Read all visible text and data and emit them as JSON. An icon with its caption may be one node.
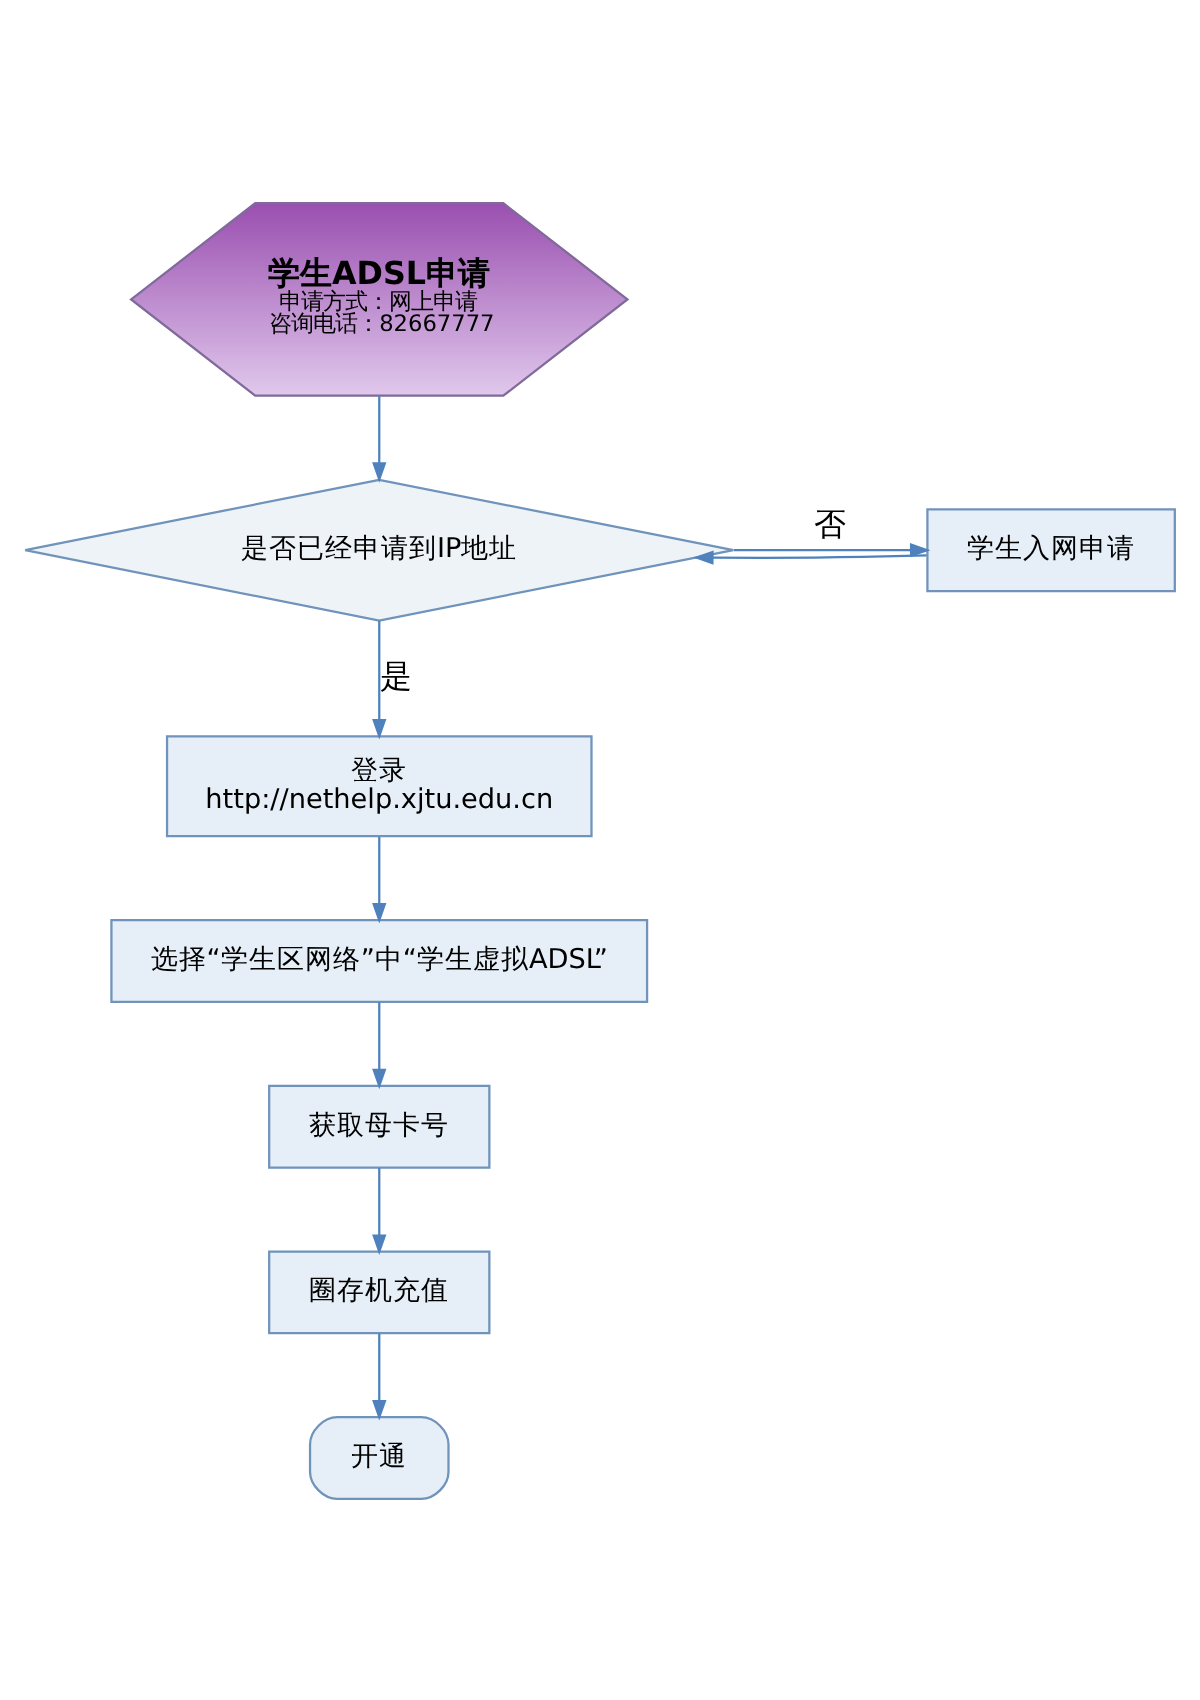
{
  "diagram": {
    "nodes": [
      {
        "text": [
          "学生ADSL申请",
          "申请方式：网上申请",
          "咨询电话：82667777"
        ]
      },
      {
        "text": [
          "是否已经申请到IP地址"
        ]
      },
      {
        "text": [
          "学生入网申请"
        ]
      },
      {
        "text": [
          "登录",
          "http://nethelp.xjtu.edu.cn"
        ]
      },
      {
        "text": [
          "选择“学生区网络”中“学生虚拟ADSL”"
        ]
      },
      {
        "text": [
          "获取母卡号"
        ]
      },
      {
        "text": [
          "圈存机充值"
        ]
      },
      {
        "text": [
          "开通"
        ]
      }
    ],
    "edges": [
      {
        "from": 0,
        "to": 1,
        "arrow": "to"
      },
      {
        "from": 1,
        "to": 2,
        "arrow": "to",
        "label": "否"
      },
      {
        "from": 2,
        "to": 1,
        "arrow": "to"
      },
      {
        "from": 1,
        "to": 3,
        "arrow": "to",
        "label": "是"
      },
      {
        "from": 3,
        "to": 4,
        "arrow": "to"
      },
      {
        "from": 4,
        "to": 5,
        "arrow": "to"
      },
      {
        "from": 5,
        "to": 6,
        "arrow": "to"
      },
      {
        "from": 6,
        "to": 7,
        "arrow": "to"
      }
    ]
  }
}
